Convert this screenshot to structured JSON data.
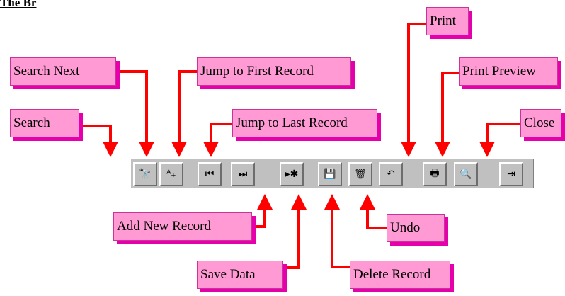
{
  "header": {
    "partial_text": "The Br"
  },
  "callouts": {
    "search": "Search",
    "search_next": "Search Next",
    "jump_first": "Jump to First Record",
    "jump_last": "Jump to Last Record",
    "print": "Print",
    "print_preview": "Print Preview",
    "close": "Close",
    "add_new": "Add New Record",
    "save_data": "Save Data",
    "delete_record": "Delete Record",
    "undo": "Undo"
  },
  "toolbar": {
    "buttons": [
      {
        "name": "search-button",
        "icon": "binoculars-icon",
        "glyph": "🔭"
      },
      {
        "name": "search-next-button",
        "icon": "search-next-icon",
        "glyph": "ᴬ₊"
      },
      {
        "name": "jump-first-button",
        "icon": "first-record-icon",
        "glyph": "⏮"
      },
      {
        "name": "jump-last-button",
        "icon": "last-record-icon",
        "glyph": "⏭"
      },
      {
        "name": "add-new-button",
        "icon": "new-record-icon",
        "glyph": "▸✱"
      },
      {
        "name": "save-button",
        "icon": "floppy-disk-icon",
        "glyph": "💾"
      },
      {
        "name": "delete-button",
        "icon": "trash-icon",
        "glyph": "🗑"
      },
      {
        "name": "undo-button",
        "icon": "undo-icon",
        "glyph": "↶"
      },
      {
        "name": "print-button",
        "icon": "printer-icon",
        "glyph": "🖶"
      },
      {
        "name": "print-preview-button",
        "icon": "print-preview-icon",
        "glyph": "🔍"
      },
      {
        "name": "close-button",
        "icon": "exit-door-icon",
        "glyph": "⇥"
      }
    ]
  },
  "colors": {
    "callout_fill": "#ff9ad4",
    "callout_shadow": "#e600ac",
    "arrow": "#ff0000",
    "toolbar": "#c0c0c0"
  }
}
